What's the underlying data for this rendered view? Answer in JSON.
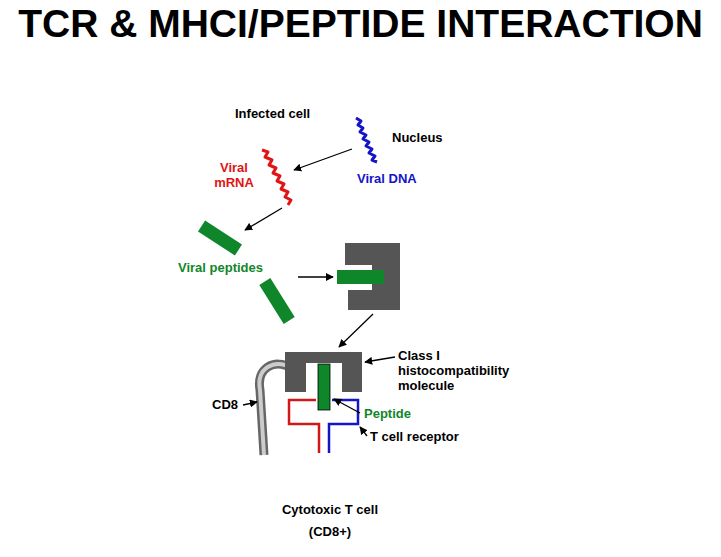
{
  "diagram": {
    "title": "TCR & MHCI/PEPTIDE INTERACTION",
    "nodes": [
      {
        "text": [
          "Infected cell"
        ]
      },
      {
        "text": [
          "Nucleus",
          "Viral DNA"
        ],
        "in": 0
      },
      {
        "text": [
          "Cytotoxic T cell",
          "(CD8+)"
        ]
      }
    ],
    "labels": [
      "Viral mRNA",
      "Viral peptides",
      "Class I histocompatibility molecule",
      "CD8",
      "Peptide",
      "T cell receptor"
    ]
  }
}
